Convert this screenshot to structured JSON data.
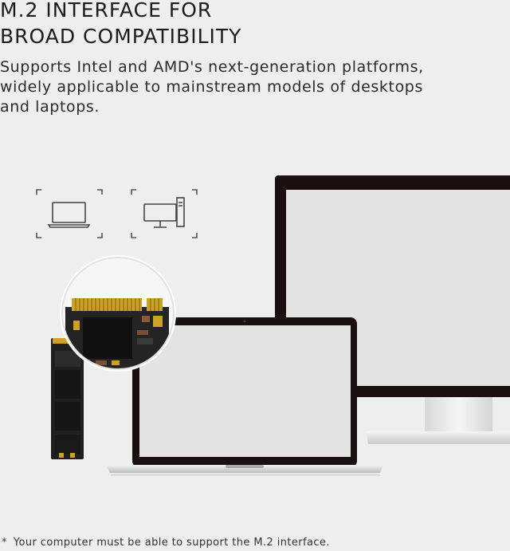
{
  "headline": {
    "line1": "M.2 INTERFACE FOR",
    "line2": "BROAD COMPATIBILITY"
  },
  "description": {
    "line1": "Supports Intel and AMD's next-generation platforms,",
    "line2": "widely applicable to mainstream models of desktops",
    "line3": "and laptops."
  },
  "icons": [
    "laptop-icon",
    "desktop-icon"
  ],
  "footnote": {
    "marker": "*",
    "text": "Your computer must be able to support the M.2 interface."
  },
  "colors": {
    "background": "#eeeeee",
    "screen": "#e4e4e4",
    "bezel": "#1b0f0f",
    "ssd_body": "#1e1f1e",
    "gold": "#c9a227"
  }
}
